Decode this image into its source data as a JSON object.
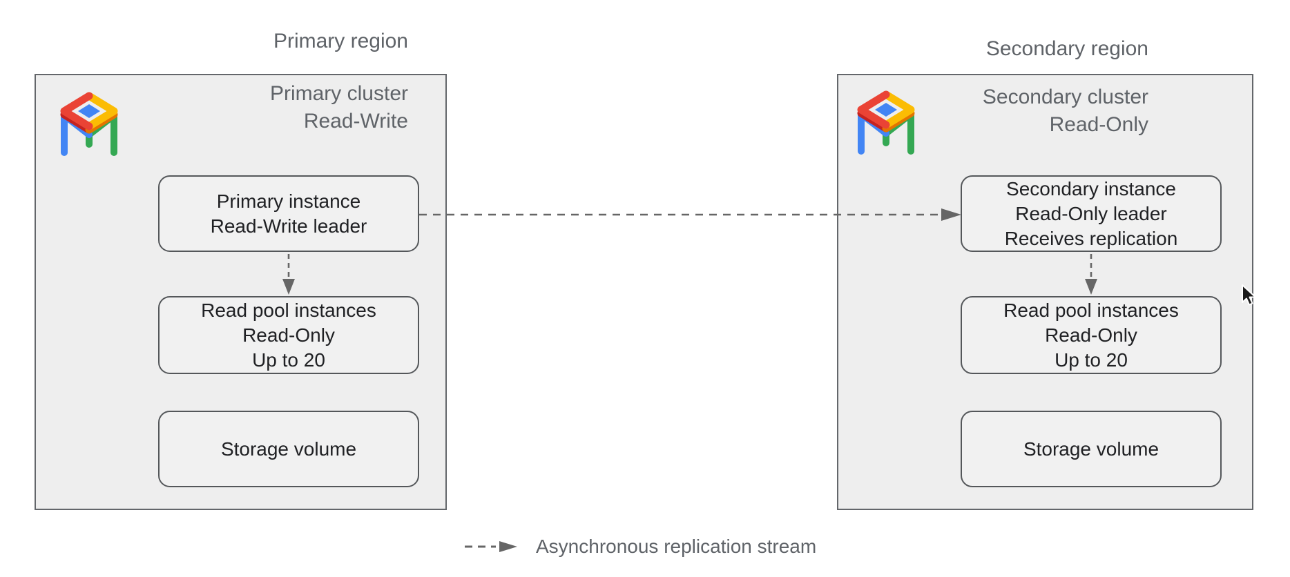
{
  "regions": [
    {
      "region_label": "Primary region",
      "cluster": {
        "icon": "alloydb-table-icon",
        "title_line1": "Primary cluster",
        "title_line2": "Read-Write",
        "nodes": [
          {
            "lines": [
              "Primary instance",
              "Read-Write leader"
            ]
          },
          {
            "lines": [
              "Read pool instances",
              "Read-Only",
              "Up to 20"
            ]
          },
          {
            "lines": [
              "Storage volume"
            ]
          }
        ]
      }
    },
    {
      "region_label": "Secondary region",
      "cluster": {
        "icon": "alloydb-table-icon",
        "title_line1": "Secondary cluster",
        "title_line2": "Read-Only",
        "nodes": [
          {
            "lines": [
              "Secondary instance",
              "Read-Only leader",
              "Receives replication"
            ]
          },
          {
            "lines": [
              "Read pool instances",
              "Read-Only",
              "Up to 20"
            ]
          },
          {
            "lines": [
              "Storage volume"
            ]
          }
        ]
      }
    }
  ],
  "legend": {
    "label": "Asynchronous replication stream"
  },
  "icons": {
    "cluster_logo": "alloydb-table-icon",
    "replication_arrow": "dashed-right-arrow-icon",
    "instance_to_pool_arrow": "dashed-down-arrow-icon",
    "pointer": "mouse-cursor-icon"
  },
  "colors": {
    "cluster_fill": "#eeeeee",
    "node_fill": "#f1f1f1",
    "cluster_border": "#63666a",
    "node_border": "#54575a",
    "arrow_gray": "#666666",
    "label_gray": "#5f6368",
    "node_text": "#202124",
    "logo_red": "#EA4335",
    "logo_dark_red": "#C5221F",
    "logo_yellow": "#FBBC04",
    "logo_dark_orange": "#E37400",
    "logo_green": "#34A853",
    "logo_blue": "#4285F4"
  }
}
